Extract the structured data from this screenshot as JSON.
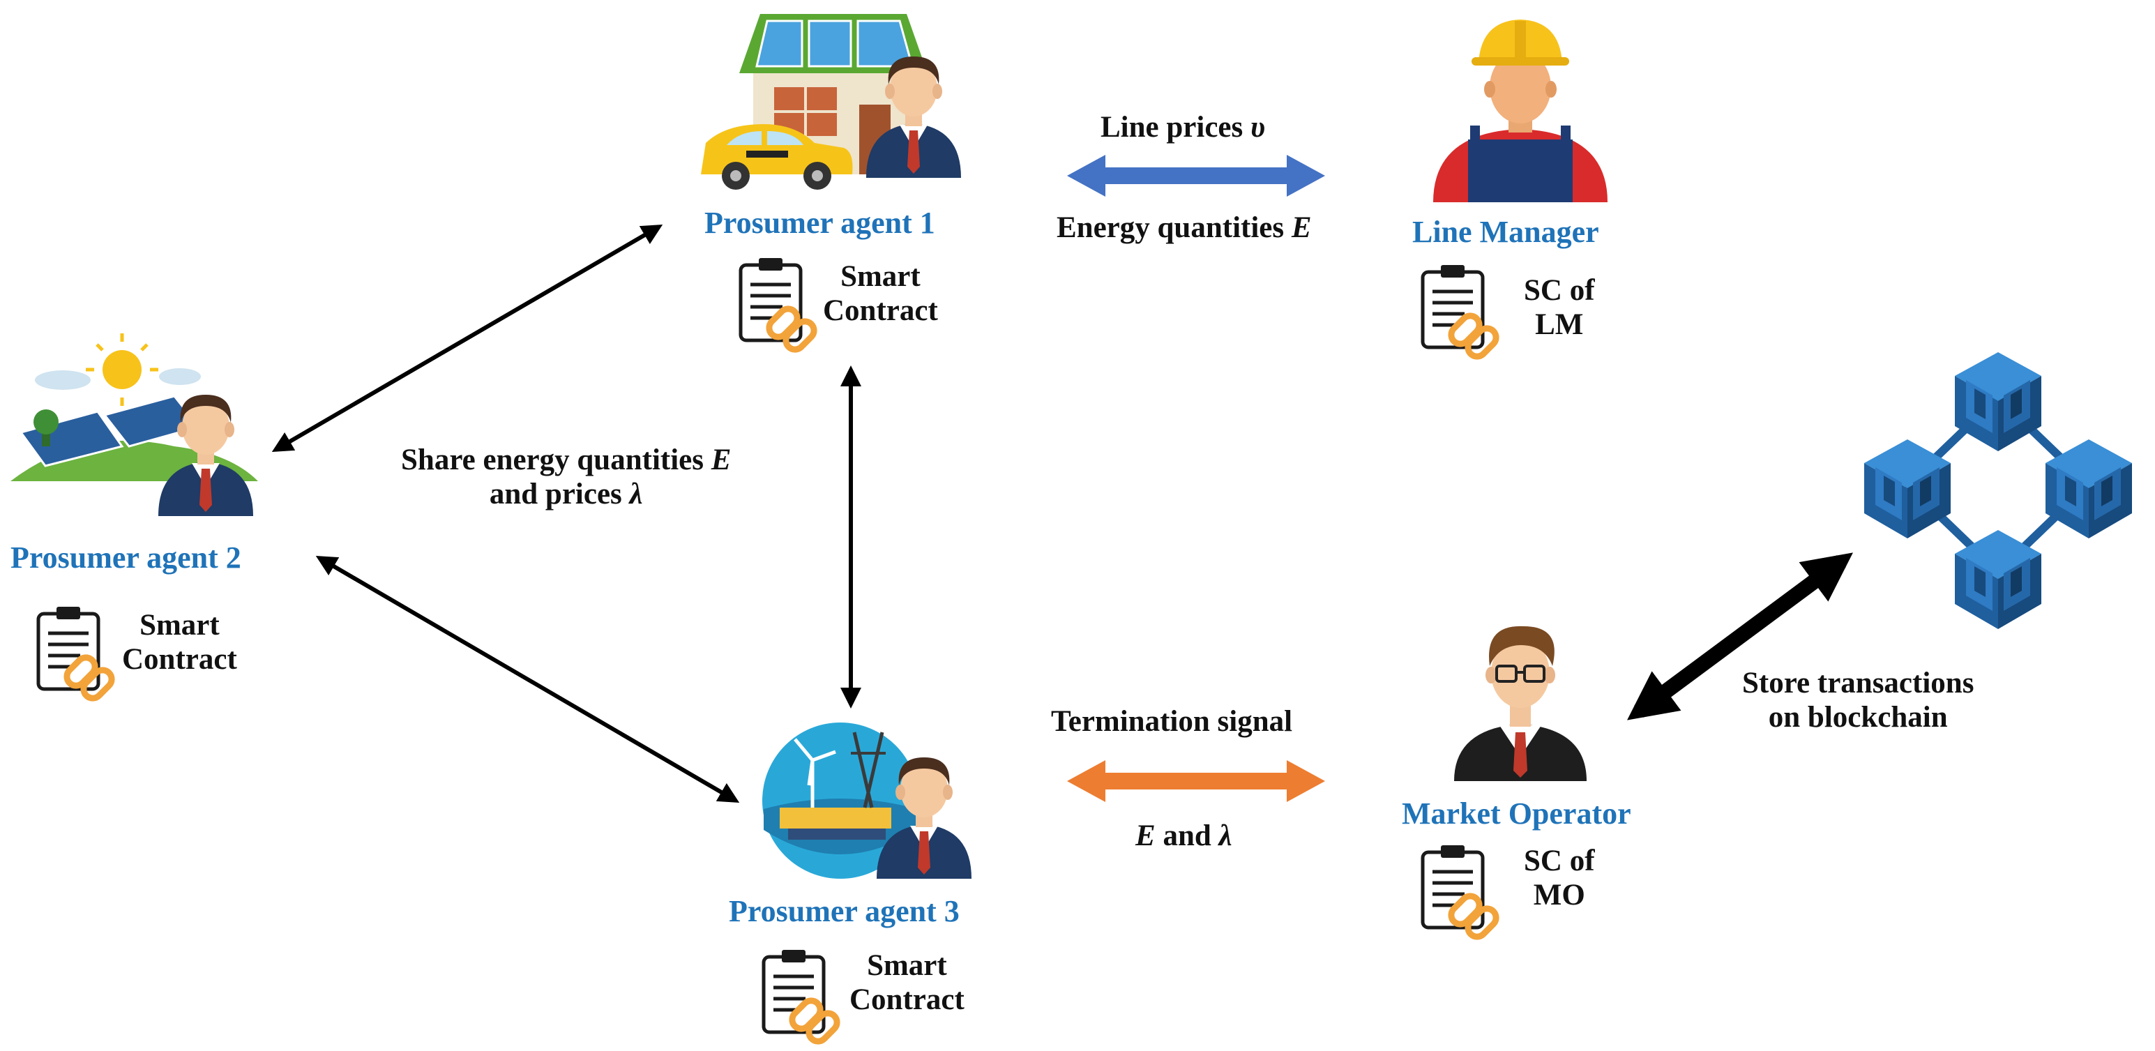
{
  "agents": {
    "p1": {
      "name": "Prosumer agent 1",
      "contract_line1": "Smart",
      "contract_line2": "Contract"
    },
    "p2": {
      "name": "Prosumer agent 2",
      "contract_line1": "Smart",
      "contract_line2": "Contract"
    },
    "p3": {
      "name": "Prosumer agent 3",
      "contract_line1": "Smart",
      "contract_line2": "Contract"
    },
    "lm": {
      "name": "Line Manager",
      "contract_line1": "SC of",
      "contract_line2": "LM"
    },
    "mo": {
      "name": "Market Operator",
      "contract_line1": "SC of",
      "contract_line2": "MO"
    }
  },
  "edges": {
    "share": {
      "line1": "Share energy quantities",
      "line1_var": "E",
      "line2": "and prices",
      "line2_var": "λ"
    },
    "line_prices": {
      "text": "Line prices",
      "var": "υ"
    },
    "energy_quantities": {
      "text": "Energy quantities",
      "var": "E"
    },
    "termination": {
      "text": "Termination signal"
    },
    "e_and_lambda": {
      "var1": "E",
      "text": "and",
      "var2": "λ"
    },
    "store_line1": "Store transactions",
    "store_line2": "on blockchain"
  },
  "colors": {
    "agent_label": "#1f73b8",
    "arrow_black": "#000000",
    "arrow_blue": "#4472c4",
    "arrow_orange": "#ed7d31",
    "blockchain_blue": "#1f5f9e",
    "contract_orange": "#f2a33a"
  },
  "icons": {
    "p1": "house-car-person-icon",
    "p2": "solar-farm-person-icon",
    "p3": "wind-tower-person-icon",
    "lm": "worker-hardhat-icon",
    "mo": "businessman-glasses-icon",
    "contract": "smart-contract-icon",
    "blockchain": "blockchain-cubes-icon"
  }
}
